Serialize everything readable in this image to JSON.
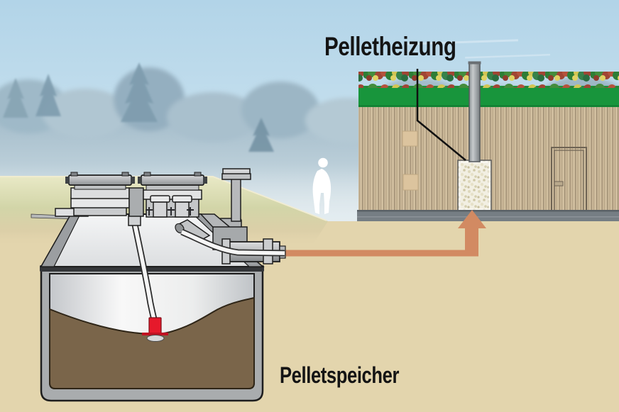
{
  "labels": {
    "pelletheizung": "Pelletheizung",
    "pelletspeicher": "Pelletspeicher"
  },
  "scene": {
    "description": "Cutaway illustration: underground pellet storage tank connected by a transport line (orange arrow) to a pellet boiler inside a wooden building with a green roof",
    "elements": [
      "forest-background",
      "grass-hill",
      "earth-cross-section",
      "underground-pellet-tank",
      "manhole-covers",
      "fill-couplings",
      "vent-cap",
      "suction-hose",
      "red-suction-nozzle",
      "transport-pipe",
      "transport-direction-arrow",
      "wooden-building",
      "green-roof",
      "roof-vegetation",
      "chimney",
      "pellet-boiler",
      "door",
      "person-silhouette"
    ]
  },
  "colors": {
    "sky": "#b2d4e8",
    "forest": "#a3bcca",
    "ground_tan": "#e3d5ad",
    "hill_grass": "#d8daac",
    "roof_green": "#18953c",
    "facade_wood": "#c9b697",
    "building_base": "#767e84",
    "arrow_orange": "#d28a62",
    "pellets_brown": "#7a654a",
    "tank_gray": "#a9acae",
    "nozzle_red": "#e6192b",
    "label_text": "#141414"
  }
}
